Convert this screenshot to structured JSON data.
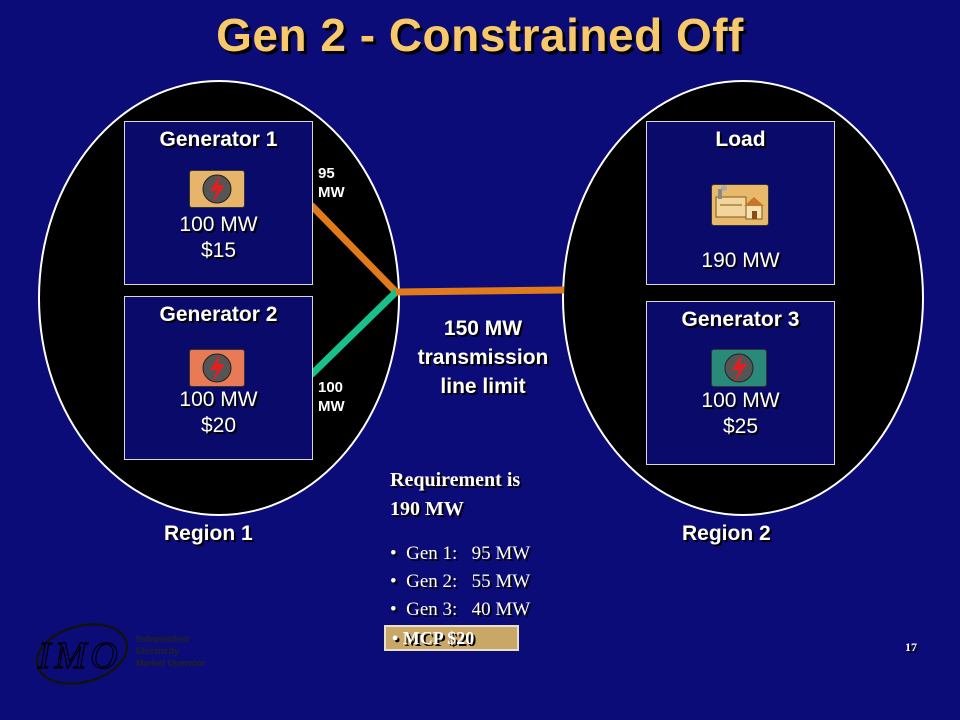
{
  "title": "Gen 2 - Constrained Off",
  "generators": [
    {
      "name": "Generator 1",
      "mw": "100 MW",
      "price": "$15"
    },
    {
      "name": "Generator 2",
      "mw": "100 MW",
      "price": "$20"
    },
    {
      "name": "Generator 3",
      "mw": "100 MW",
      "price": "$25"
    }
  ],
  "load": {
    "name": "Load",
    "mw": "190 MW"
  },
  "regions": {
    "r1": "Region 1",
    "r2": "Region 2"
  },
  "line_labels": {
    "top_mw": "95",
    "top_unit": "MW",
    "bottom_mw": "100",
    "bottom_unit": "MW"
  },
  "transmission": {
    "line1": "150 MW",
    "line2": "transmission",
    "line3": "line limit"
  },
  "requirement": {
    "line1": "Requirement is",
    "line2": "190 MW"
  },
  "bullets": [
    "•  Gen 1:   95 MW",
    "•  Gen 2:   55 MW",
    "•  Gen 3:   40 MW"
  ],
  "mcp": "•  MCP $20",
  "page_number": "17",
  "logo": {
    "letters": "IMO",
    "line1": "Independent",
    "line2": "Electricity",
    "line3": "Market Operator"
  },
  "colors": {
    "orange_line": "#e07a1a",
    "green_line": "#19c08a",
    "title": "#f7c96a",
    "background": "#0c0c78"
  },
  "icons": [
    "generator-icon",
    "factory-icon"
  ]
}
